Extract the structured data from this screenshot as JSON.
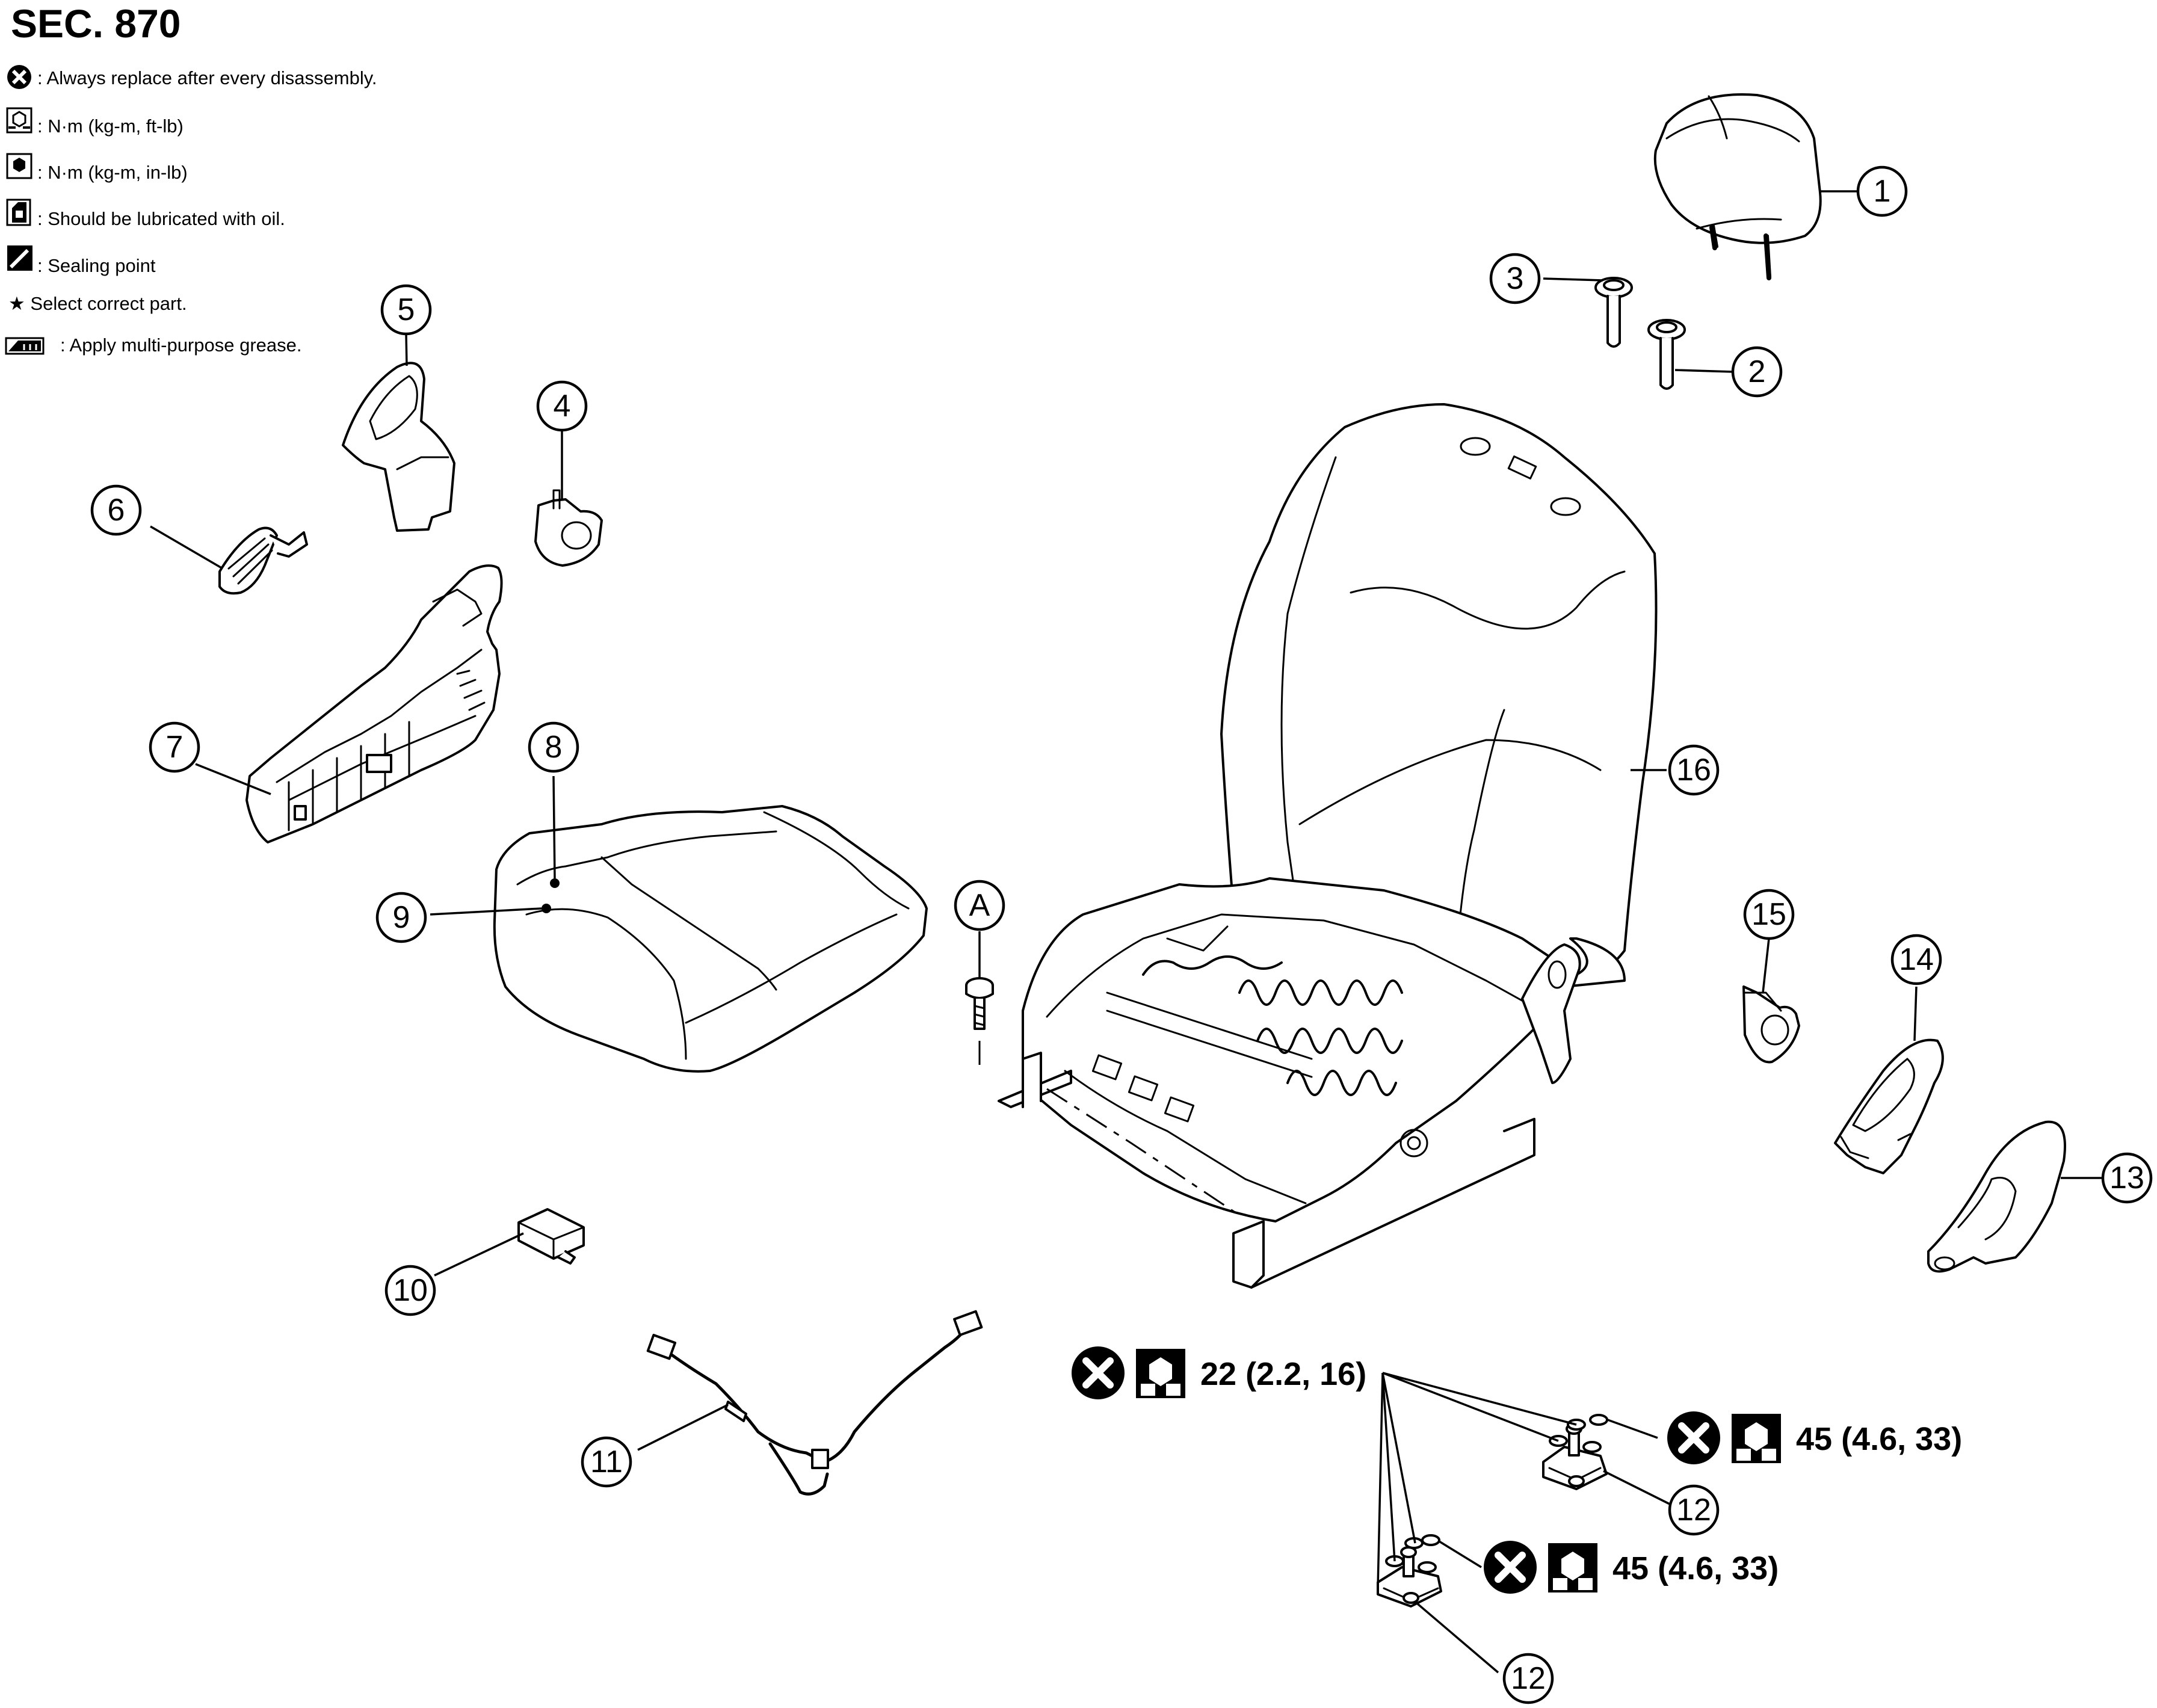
{
  "title": "SEC. 870",
  "legend": [
    {
      "icon": "always-replace-icon",
      "text": ": Always replace after every disassembly."
    },
    {
      "icon": "torque-nm-ftlb-icon",
      "text": ": N·m (kg-m, ft-lb)"
    },
    {
      "icon": "torque-nm-inlb-icon",
      "text": ": N·m (kg-m, in-lb)"
    },
    {
      "icon": "oil-lubricate-icon",
      "text": ": Should be lubricated with oil."
    },
    {
      "icon": "sealing-point-icon",
      "text": ": Sealing point"
    },
    {
      "icon": "star-icon",
      "text": "★ Select correct part."
    },
    {
      "icon": "grease-icon",
      "text": ": Apply multi-purpose grease."
    }
  ],
  "callouts": [
    "1",
    "2",
    "3",
    "4",
    "5",
    "6",
    "7",
    "8",
    "9",
    "10",
    "11",
    "12",
    "12",
    "13",
    "14",
    "15",
    "16",
    "A"
  ],
  "torque": [
    {
      "value": "22 (2.2, 16)"
    },
    {
      "value": "45 (4.6, 33)"
    },
    {
      "value": "45 (4.6, 33)"
    }
  ]
}
